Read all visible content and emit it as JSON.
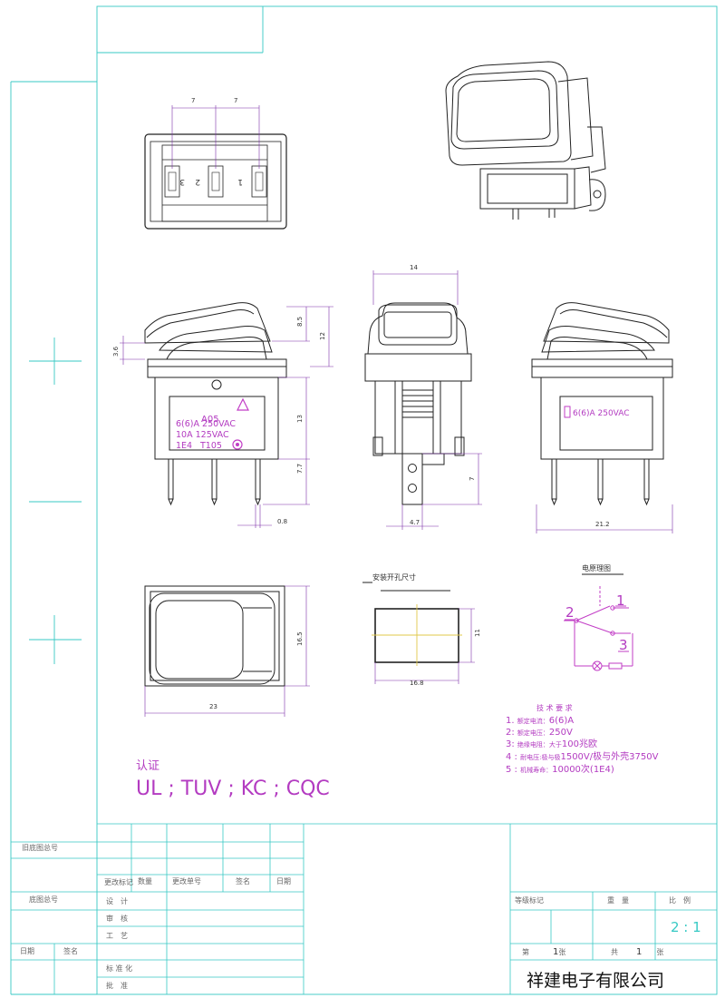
{
  "dimensions": {
    "top_pitch_a": "7",
    "top_pitch_b": "7",
    "width_14": "14",
    "height_8_5": "8.5",
    "height_12": "12",
    "height_3_6": "3.6",
    "height_13": "13",
    "height_7_7": "7.7",
    "pin_0_8": "0.8",
    "pin_4_7": "4.7",
    "pin_7": "7",
    "width_21_2": "21.2",
    "height_16_5": "16.5",
    "width_23": "23"
  },
  "terminals": [
    "3",
    "2",
    "1"
  ],
  "front_marking": {
    "model": "A05",
    "line1": "6(6)A 250VAC",
    "line2": "10A 125VAC",
    "line3": "1E4",
    "line4": "T105"
  },
  "side_marking": "6(6)A 250VAC",
  "cutout": {
    "title": "安装开孔尺寸",
    "w_label": "16.8",
    "h_label": "11"
  },
  "circuit": {
    "title": "电原理图",
    "t1": "1",
    "t2": "2",
    "t3": "3"
  },
  "tech": {
    "title": "技 术 要 求",
    "lines": [
      {
        "num": "1.",
        "label": "额定电流：",
        "value": "6(6)A"
      },
      {
        "num": "2:",
        "label": "额定电压：",
        "value": "250V"
      },
      {
        "num": "3:",
        "label": "绝缘电阻：大于",
        "value": "100兆欧"
      },
      {
        "num": "4 :",
        "label": "耐电压:极与极",
        "value": "1500V/极与外壳3750V"
      },
      {
        "num": "5 :",
        "label": "机械寿命：",
        "value": "10000次(1E4)"
      }
    ]
  },
  "cert": {
    "title": "认证",
    "marks": "UL ; TUV ; KC ; CQC"
  },
  "title_block": {
    "old_drawing_no": "旧底图总号",
    "drawing_no": "底图总号",
    "date": "日期",
    "sign": "签名",
    "change_mark": "更改标记",
    "quantity": "数量",
    "change_no": "更改单号",
    "signature": "签名",
    "date2": "日期",
    "design": "设　计",
    "review": "审　核",
    "process": "工　艺",
    "standard": "标 准 化",
    "approve": "批　准",
    "stage_mark": "等级标记",
    "weight": "重　量",
    "scale": "比　例",
    "scale_value": "2 : 1",
    "sheet_prefix": "第",
    "sheet_no": "1",
    "sheet_suffix": "张",
    "total_prefix": "共",
    "total_no": "1",
    "total_suffix": "张",
    "company": "祥建电子有限公司"
  }
}
